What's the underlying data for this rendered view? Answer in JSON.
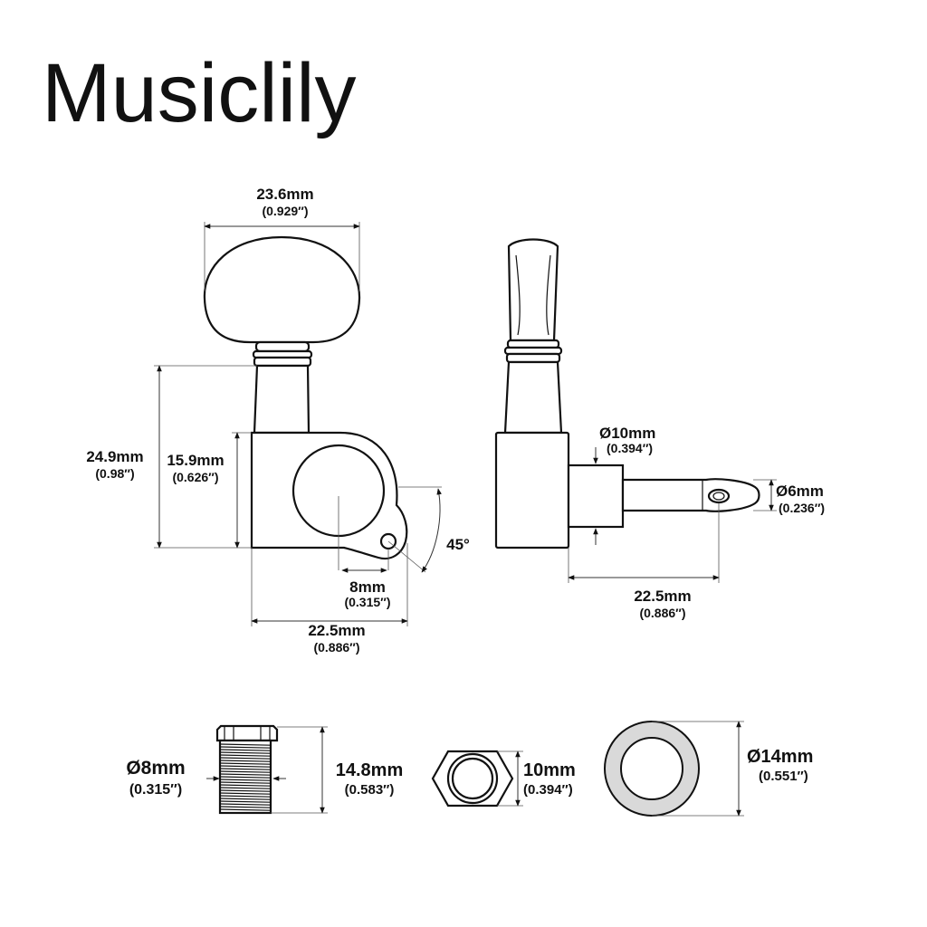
{
  "brand": "Musiclily",
  "dimensions": {
    "button_width": {
      "mm": "23.6mm",
      "inch": "(0.929″)"
    },
    "total_height": {
      "mm": "24.9mm",
      "inch": "(0.98″)"
    },
    "housing_height": {
      "mm": "15.9mm",
      "inch": "(0.626″)"
    },
    "screw_offset": {
      "mm": "8mm",
      "inch": "(0.315″)"
    },
    "housing_width": {
      "mm": "22.5mm",
      "inch": "(0.886″)"
    },
    "tab_angle": "45°",
    "post_base_dia": {
      "mm": "Ø10mm",
      "inch": "(0.394″)"
    },
    "post_dia": {
      "mm": "Ø6mm",
      "inch": "(0.236″)"
    },
    "post_length": {
      "mm": "22.5mm",
      "inch": "(0.886″)"
    },
    "bushing_dia": {
      "mm": "Ø8mm",
      "inch": "(0.315″)"
    },
    "bushing_length": {
      "mm": "14.8mm",
      "inch": "(0.583″)"
    },
    "nut_size": {
      "mm": "10mm",
      "inch": "(0.394″)"
    },
    "washer_dia": {
      "mm": "Ø14mm",
      "inch": "(0.551″)"
    }
  }
}
